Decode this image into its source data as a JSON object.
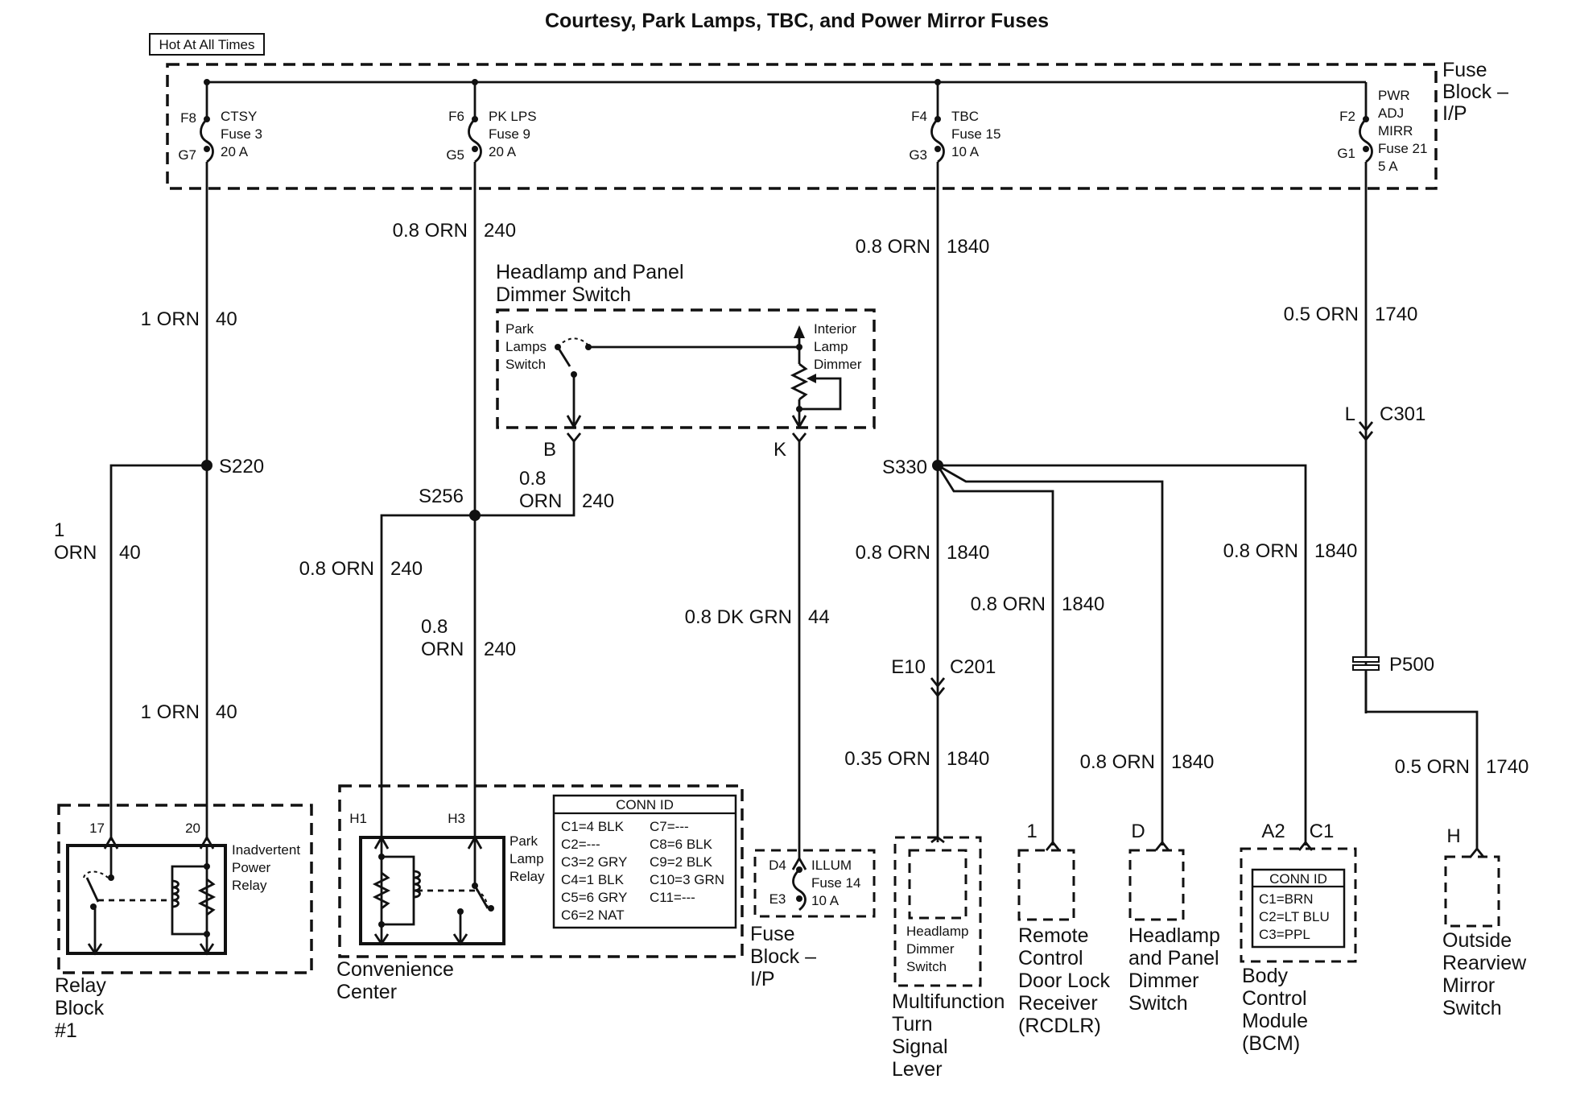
{
  "title": "Courtesy, Park Lamps, TBC, and Power Mirror Fuses",
  "hot_label": "Hot At All Times",
  "fuse_block_label": [
    "Fuse",
    "Block –",
    "I/P"
  ],
  "fuses": [
    {
      "id": "F8",
      "bottom_pin": "G7",
      "lines": [
        "CTSY",
        "Fuse 3",
        "20 A"
      ]
    },
    {
      "id": "F6",
      "bottom_pin": "G5",
      "lines": [
        "PK LPS",
        "Fuse 9",
        "20 A"
      ]
    },
    {
      "id": "F4",
      "bottom_pin": "G3",
      "lines": [
        "TBC",
        "Fuse 15",
        "10 A"
      ]
    },
    {
      "id": "F2",
      "bottom_pin": "G1",
      "lines": [
        "PWR",
        "ADJ",
        "MIRR",
        "Fuse 21",
        "5 A"
      ]
    }
  ],
  "wires": {
    "w1_gauge": "1 ORN",
    "w1_circuit": "40",
    "w2_gauge": [
      "1",
      "ORN"
    ],
    "w2_circuit": "40",
    "w3_gauge": "1 ORN",
    "w3_circuit": "40",
    "w4_gauge": "0.8 ORN",
    "w4_circuit": "240",
    "w5_gauge": [
      "0.8",
      "ORN"
    ],
    "w5_circuit": "240",
    "w6_gauge": "0.8 ORN",
    "w6_circuit": "240",
    "w7_gauge": [
      "0.8",
      "ORN"
    ],
    "w7_circuit": "240",
    "w8_gauge": "0.8 DK GRN",
    "w8_circuit": "44",
    "w9_gauge": "0.8 ORN",
    "w9_circuit": "1840",
    "w10_gauge": "0.8 ORN",
    "w10_circuit": "1840",
    "w11_gauge": "0.35 ORN",
    "w11_circuit": "1840",
    "w12_gauge": "0.8 ORN",
    "w12_circuit": "1840",
    "w13_gauge": "0.8 ORN",
    "w13_circuit": "1840",
    "w14_gauge": "0.8 ORN",
    "w14_circuit": "1840",
    "w15_gauge": "0.5 ORN",
    "w15_circuit": "1740",
    "w16_gauge": "0.5 ORN",
    "w16_circuit": "1740"
  },
  "splices": {
    "s220": "S220",
    "s256": "S256",
    "s330": "S330"
  },
  "connectors": {
    "c301_pin": "L",
    "c301_name": "C301",
    "c201_pin": "E10",
    "c201_name": "C201",
    "p500": "P500"
  },
  "dimmer_switch": {
    "title": [
      "Headlamp and Panel",
      "Dimmer Switch"
    ],
    "park_label": [
      "Park",
      "Lamps",
      "Switch"
    ],
    "interior_label": [
      "Interior",
      "Lamp",
      "Dimmer"
    ],
    "pin_b": "B",
    "pin_k": "K"
  },
  "relay_block": {
    "pin_17": "17",
    "pin_20": "20",
    "relay_label": [
      "Inadvertent",
      "Power",
      "Relay"
    ],
    "name": [
      "Relay",
      "Block",
      "#1"
    ]
  },
  "convenience_center": {
    "pin_h1": "H1",
    "pin_h3": "H3",
    "relay_label": [
      "Park",
      "Lamp",
      "Relay"
    ],
    "name": [
      "Convenience",
      "Center"
    ],
    "conn_title": "CONN ID",
    "conn_left": [
      "C1=4 BLK",
      "C2=---",
      "C3=2 GRY",
      "C4=1 BLK",
      "C5=6 GRY",
      "C6=2 NAT"
    ],
    "conn_right": [
      "C7=---",
      "C8=6 BLK",
      "C9=2 BLK",
      "C10=3 GRN",
      "C11=---"
    ]
  },
  "fuse_block_illum": {
    "pin_top": "D4",
    "pin_bottom": "E3",
    "lines": [
      "ILLUM",
      "Fuse 14",
      "10 A"
    ],
    "name": [
      "Fuse",
      "Block –",
      "I/P"
    ]
  },
  "multifunction": {
    "inner_label": [
      "Headlamp",
      "Dimmer",
      "Switch"
    ],
    "name": [
      "Multifunction",
      "Turn",
      "Signal",
      "Lever"
    ]
  },
  "rcdlr": {
    "pin": "1",
    "name": [
      "Remote",
      "Control",
      "Door Lock",
      "Receiver",
      "(RCDLR)"
    ]
  },
  "hpds": {
    "pin": "D",
    "name": [
      "Headlamp",
      "and Panel",
      "Dimmer",
      "Switch"
    ]
  },
  "bcm": {
    "pin_a2": "A2",
    "pin_c1": "C1",
    "conn_title": "CONN ID",
    "conn": [
      "C1=BRN",
      "C2=LT BLU",
      "C3=PPL"
    ],
    "name": [
      "Body",
      "Control",
      "Module",
      "(BCM)"
    ]
  },
  "mirror_switch": {
    "pin": "H",
    "name": [
      "Outside",
      "Rearview",
      "Mirror",
      "Switch"
    ]
  }
}
